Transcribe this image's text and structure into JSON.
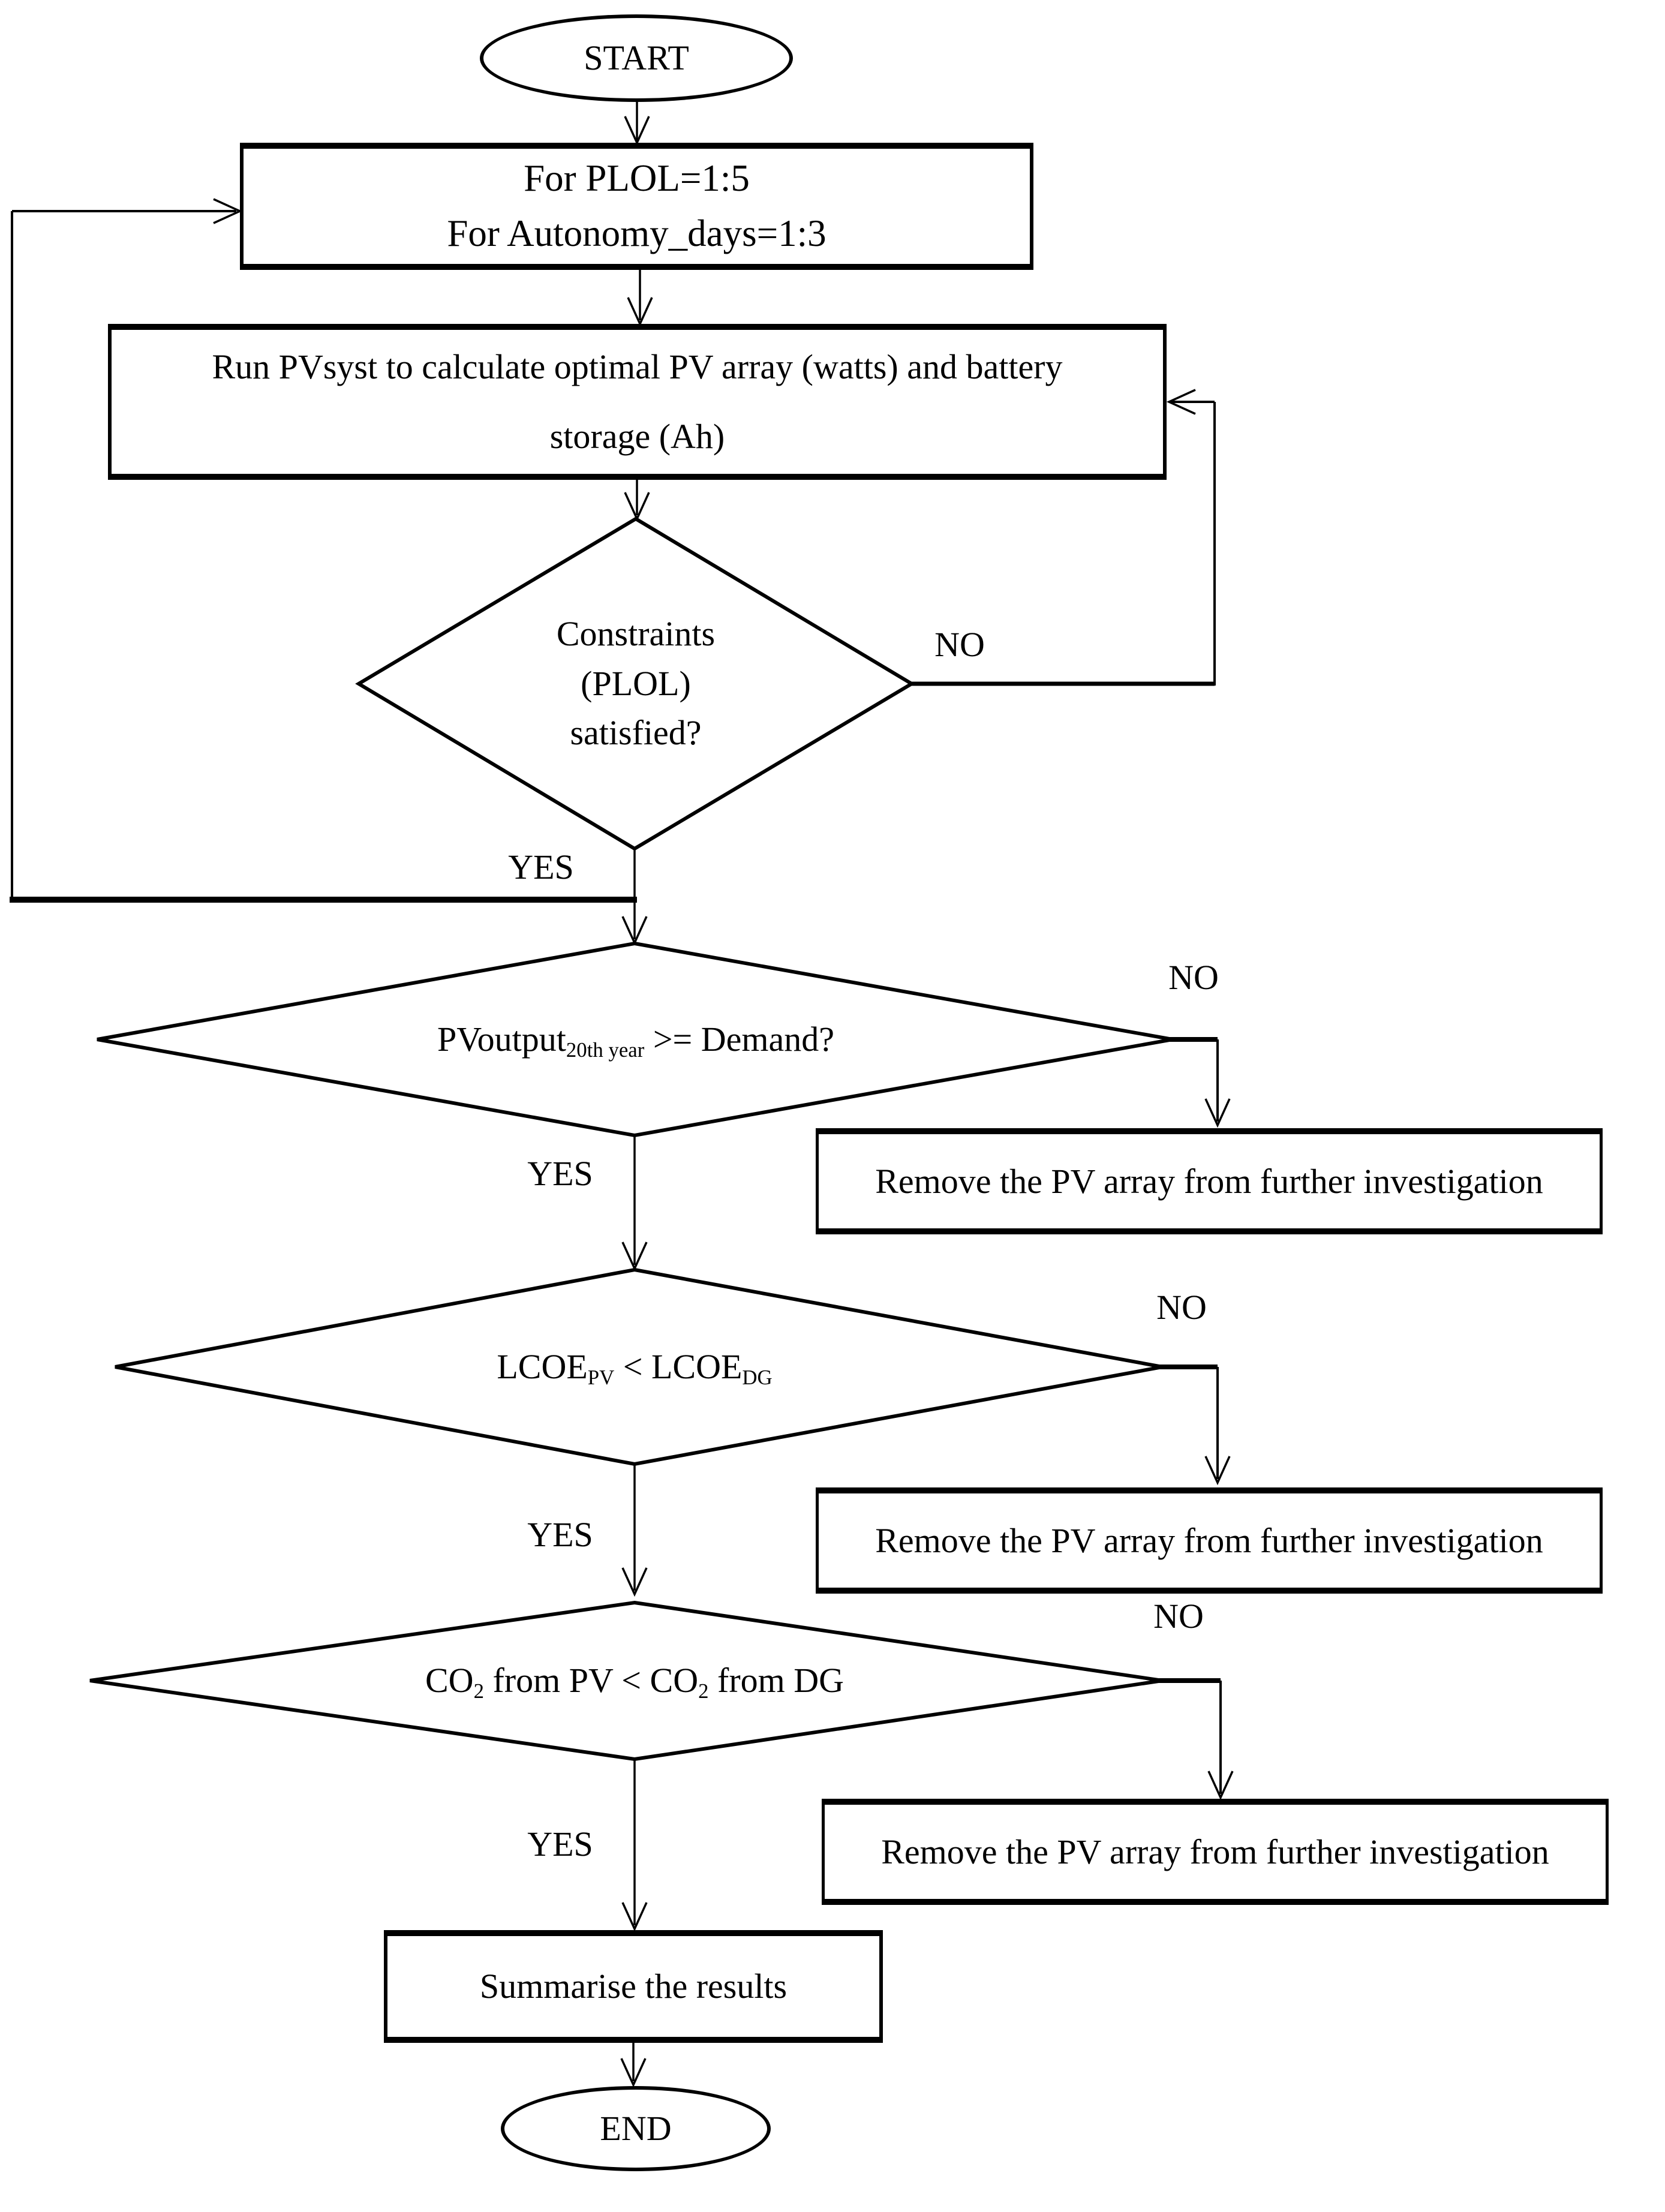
{
  "colors": {
    "background": "#ffffff",
    "ink": "#000000"
  },
  "flowchart": {
    "start": {
      "label": "START"
    },
    "for_loop_box": {
      "line1": "For PLOL=1:5",
      "line2": "For Autonomy_days=1:3"
    },
    "run_box": {
      "line1": "Run PVsyst to calculate optimal PV array (watts) and battery",
      "line2": "storage (Ah)"
    },
    "decision_constraints": {
      "line1": "Constraints",
      "line2": "(PLOL)",
      "line3": "satisfied?",
      "yes": "YES",
      "no": "NO"
    },
    "decision_pvoutput": {
      "main": "PVoutput",
      "subscript": "20th year",
      "rest": " >= Demand?",
      "yes": "YES",
      "no": "NO"
    },
    "decision_lcoe": {
      "seg1": "LCOE",
      "sub1": "PV",
      "seg2": " < LCOE",
      "sub2": "DG",
      "yes": "YES",
      "no": "NO"
    },
    "decision_co2": {
      "seg1": "CO",
      "sub1": "2",
      "seg2": " from PV < CO",
      "sub2": "2",
      "seg3": " from DG",
      "yes": "YES",
      "no": "NO"
    },
    "remove_box": {
      "label": "Remove the PV array from further investigation"
    },
    "summarise_box": {
      "label": "Summarise the results"
    },
    "end": {
      "label": "END"
    }
  }
}
